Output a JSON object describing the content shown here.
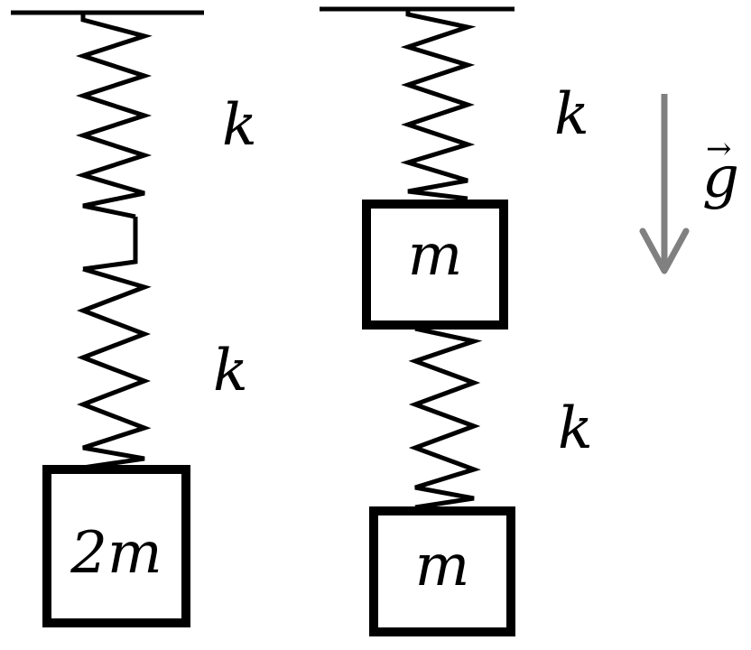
{
  "left_system": {
    "upper_spring_label": "k",
    "lower_spring_label": "k",
    "mass_label": "2m"
  },
  "right_system": {
    "upper_spring_label": "k",
    "lower_spring_label": "k",
    "upper_mass_label": "m",
    "lower_mass_label": "m"
  },
  "gravity": {
    "label": "g",
    "vector_mark": "→",
    "arrow_color": "#808080"
  },
  "colors": {
    "line": "#000000",
    "background": "#ffffff"
  }
}
